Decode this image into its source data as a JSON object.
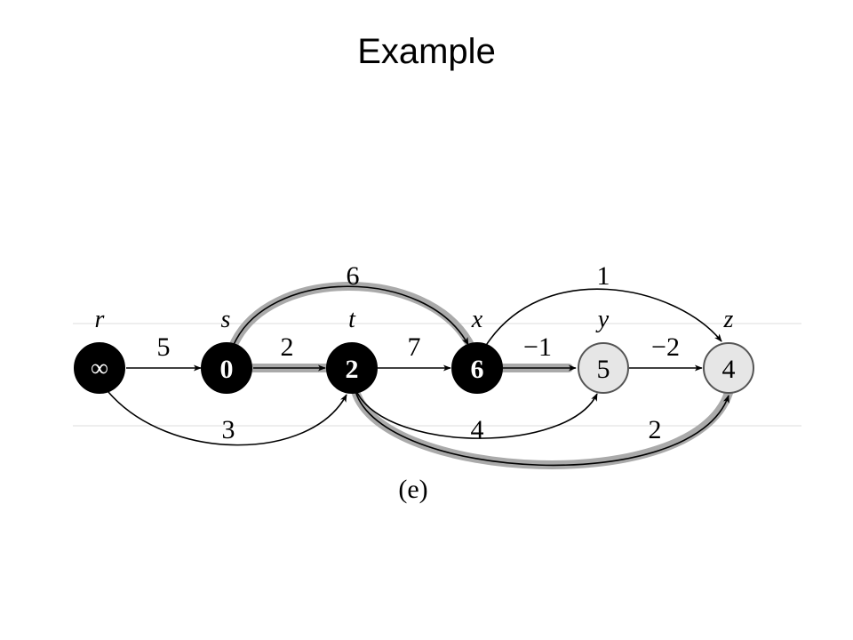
{
  "slide": {
    "title": "Example"
  },
  "diagram": {
    "caption": "(e)",
    "nodes": [
      {
        "id": "r",
        "label": "r",
        "value": "∞",
        "state": "black"
      },
      {
        "id": "s",
        "label": "s",
        "value": "0",
        "state": "black"
      },
      {
        "id": "t",
        "label": "t",
        "value": "2",
        "state": "black"
      },
      {
        "id": "x",
        "label": "x",
        "value": "6",
        "state": "black"
      },
      {
        "id": "y",
        "label": "y",
        "value": "5",
        "state": "gray"
      },
      {
        "id": "z",
        "label": "z",
        "value": "4",
        "state": "gray"
      }
    ],
    "edges": [
      {
        "from": "r",
        "to": "s",
        "weight": "5",
        "shaded": false
      },
      {
        "from": "r",
        "to": "t",
        "weight": "3",
        "shaded": false
      },
      {
        "from": "s",
        "to": "t",
        "weight": "2",
        "shaded": true
      },
      {
        "from": "s",
        "to": "x",
        "weight": "6",
        "shaded": true
      },
      {
        "from": "t",
        "to": "x",
        "weight": "7",
        "shaded": false
      },
      {
        "from": "t",
        "to": "y",
        "weight": "4",
        "shaded": false
      },
      {
        "from": "t",
        "to": "z",
        "weight": "2",
        "shaded": true
      },
      {
        "from": "x",
        "to": "y",
        "weight": "−1",
        "shaded": true
      },
      {
        "from": "x",
        "to": "z",
        "weight": "1",
        "shaded": false
      },
      {
        "from": "y",
        "to": "z",
        "weight": "−2",
        "shaded": false
      }
    ],
    "colors": {
      "black_node": "#000000",
      "gray_node": "#e6e6e6",
      "shade": "#aaaaaa"
    }
  }
}
